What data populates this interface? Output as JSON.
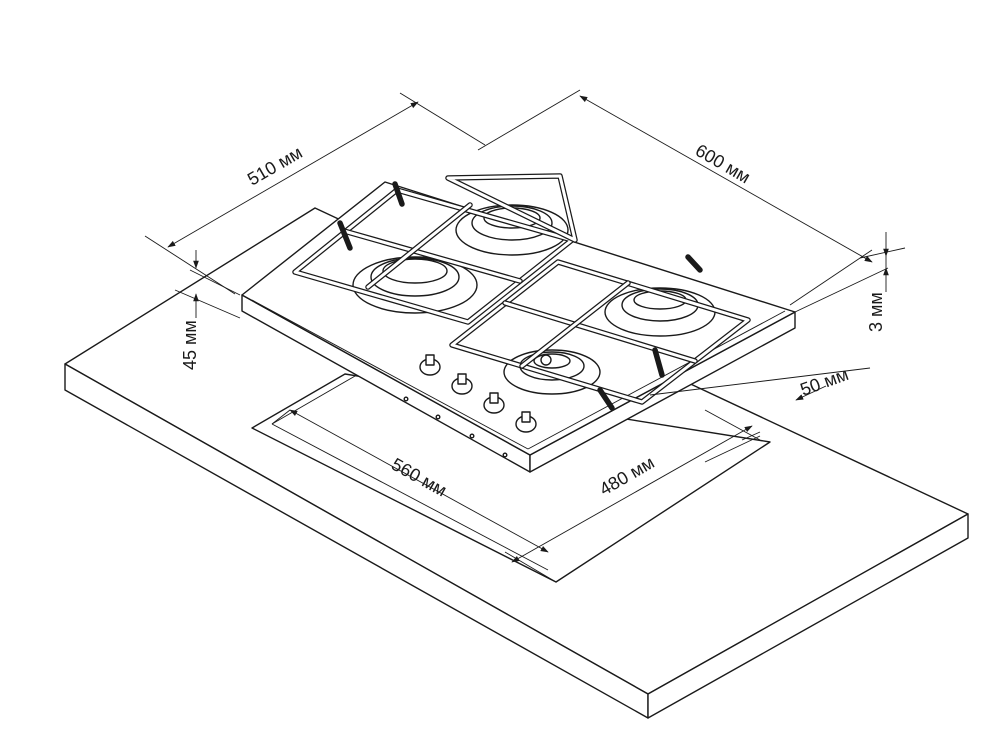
{
  "dimensions": {
    "width_510": "510 мм",
    "length_600": "600 мм",
    "height_45": "45 мм",
    "thickness_3": "3 мм",
    "offset_50": "50 мм",
    "cutout_560": "560 мм",
    "cutout_480": "480 мм"
  },
  "colors": {
    "line": "#1a1a1a",
    "background": "#ffffff"
  }
}
